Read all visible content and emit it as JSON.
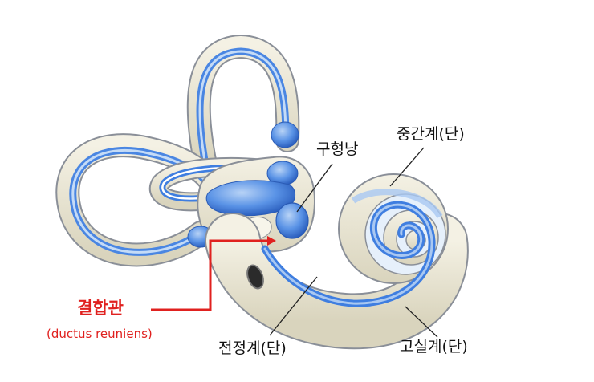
{
  "labels": {
    "utricle": "구형낭",
    "scala_media": "중간계(단)",
    "scala_vestibuli": "전정계(단)",
    "scala_tympani": "고실계(단)"
  },
  "highlight": {
    "name": "결합관",
    "latin": "(ductus reuniens)",
    "color": "#e0211f"
  },
  "colors": {
    "bone": "#ece8d6",
    "bone_edge": "#8a8f98",
    "membrane": "#3f7ee0",
    "membrane_light": "#a9c8f2"
  }
}
